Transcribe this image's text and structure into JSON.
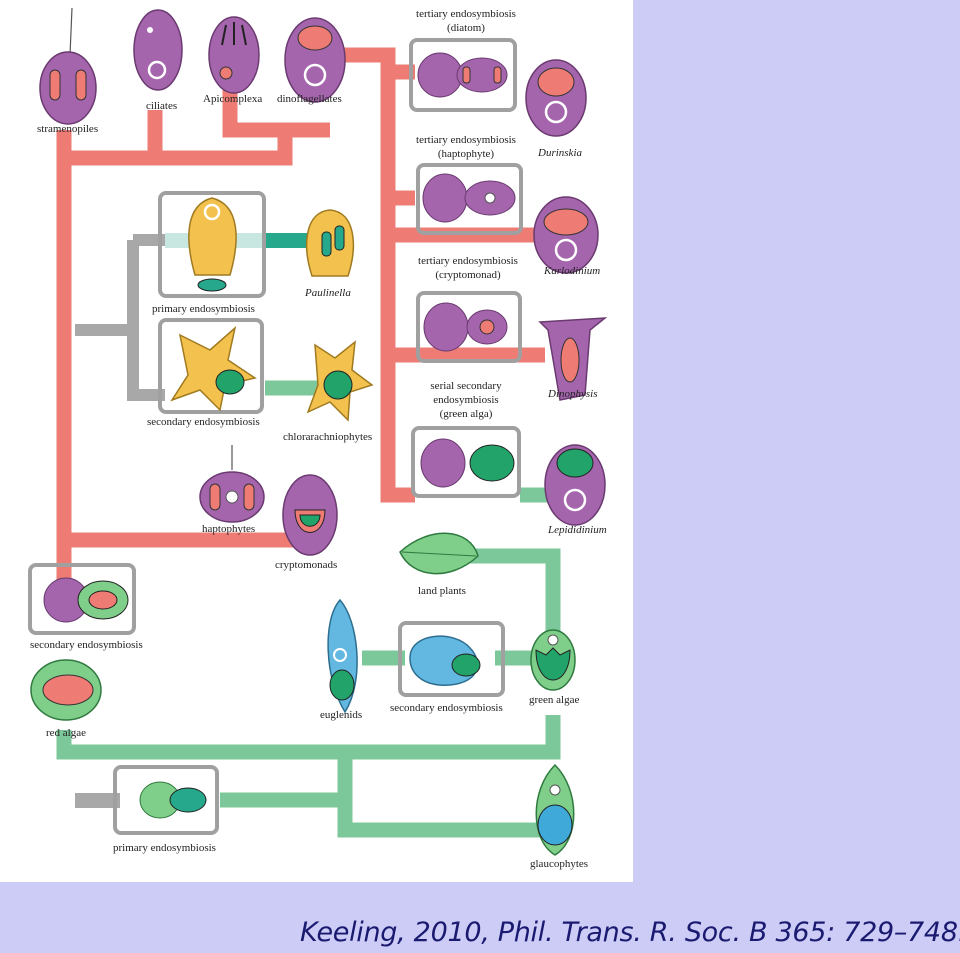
{
  "citation": "Keeling, 2010, Phil. Trans. R. Soc. B 365: 729–748.",
  "colors": {
    "background": "#ccccf7",
    "figure_bg": "#ffffff",
    "red_lineage": "#ee7c74",
    "green_lineage": "#7cc89a",
    "teal_lineage": "#25a88c",
    "grey_lineage": "#a8a8a8",
    "purple_cell": "#a565ad",
    "yellow_cell": "#f3c24e",
    "green_cell": "#7fcf8b",
    "blue_cell": "#62b8e0"
  },
  "labels": {
    "stramenopiles": "stramenopiles",
    "ciliates": "ciliates",
    "apicomplexa": "Apicomplexa",
    "dinoflagellates": "dinoflagellates",
    "tertiary_diatom_1": "tertiary endosymbiosis",
    "tertiary_diatom_2": "(diatom)",
    "durinskia": "Durinskia",
    "tertiary_hapto_1": "tertiary endosymbiosis",
    "tertiary_hapto_2": "(haptophyte)",
    "karlodinium": "Karlodinium",
    "tertiary_crypto_1": "tertiary endosymbiosis",
    "tertiary_crypto_2": "(cryptomonad)",
    "dinophysis": "Dinophysis",
    "serial_1": "serial secondary",
    "serial_2": "endosymbiosis",
    "serial_3": "(green alga)",
    "lepidodinium": "Lepididinium",
    "primary_endo_top": "primary endosymbiosis",
    "paulinella": "Paulinella",
    "secondary_endo_mid": "secondary endosymbiosis",
    "chlorarachniophytes": "chlorarachniophytes",
    "haptophytes": "haptophytes",
    "cryptomonads": "cryptomonads",
    "secondary_endo_left": "secondary endosymbiosis",
    "red_algae": "red algae",
    "land_plants": "land plants",
    "euglenids": "euglenids",
    "secondary_endo_green": "secondary endosymbiosis",
    "green_algae": "green algae",
    "primary_endo_bottom": "primary endosymbiosis",
    "glaucophytes": "glaucophytes"
  }
}
